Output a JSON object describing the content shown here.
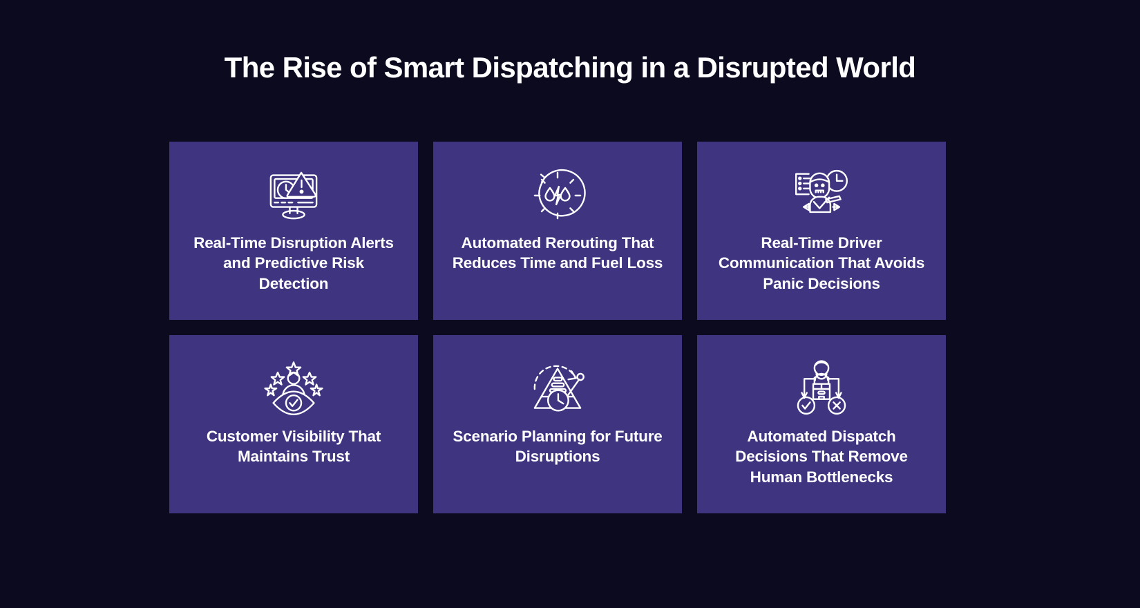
{
  "page": {
    "background_color": "#0b0a1e",
    "card_color": "#3f3480",
    "text_color": "#ffffff"
  },
  "headline": {
    "text": "The Rise of Smart Dispatching in a Disrupted World"
  },
  "cards": [
    {
      "title": "Real-Time Disruption Alerts and Predictive Risk Detection",
      "icon": "monitor-clock-alert-icon"
    },
    {
      "title": "Automated Rerouting That Reduces Time and Fuel Loss",
      "icon": "compass-drop-bolt-icon"
    },
    {
      "title": "Real-Time Driver Communication That Avoids Panic Decisions",
      "icon": "driver-checklist-clock-icon"
    },
    {
      "title": "Customer Visibility That Maintains Trust",
      "icon": "person-stars-eye-check-icon"
    },
    {
      "title": "Scenario Planning for Future Disruptions",
      "icon": "pyramid-clock-arrow-icon"
    },
    {
      "title": "Automated Dispatch Decisions That Remove Human Bottlenecks",
      "icon": "package-decision-check-cross-icon"
    }
  ]
}
